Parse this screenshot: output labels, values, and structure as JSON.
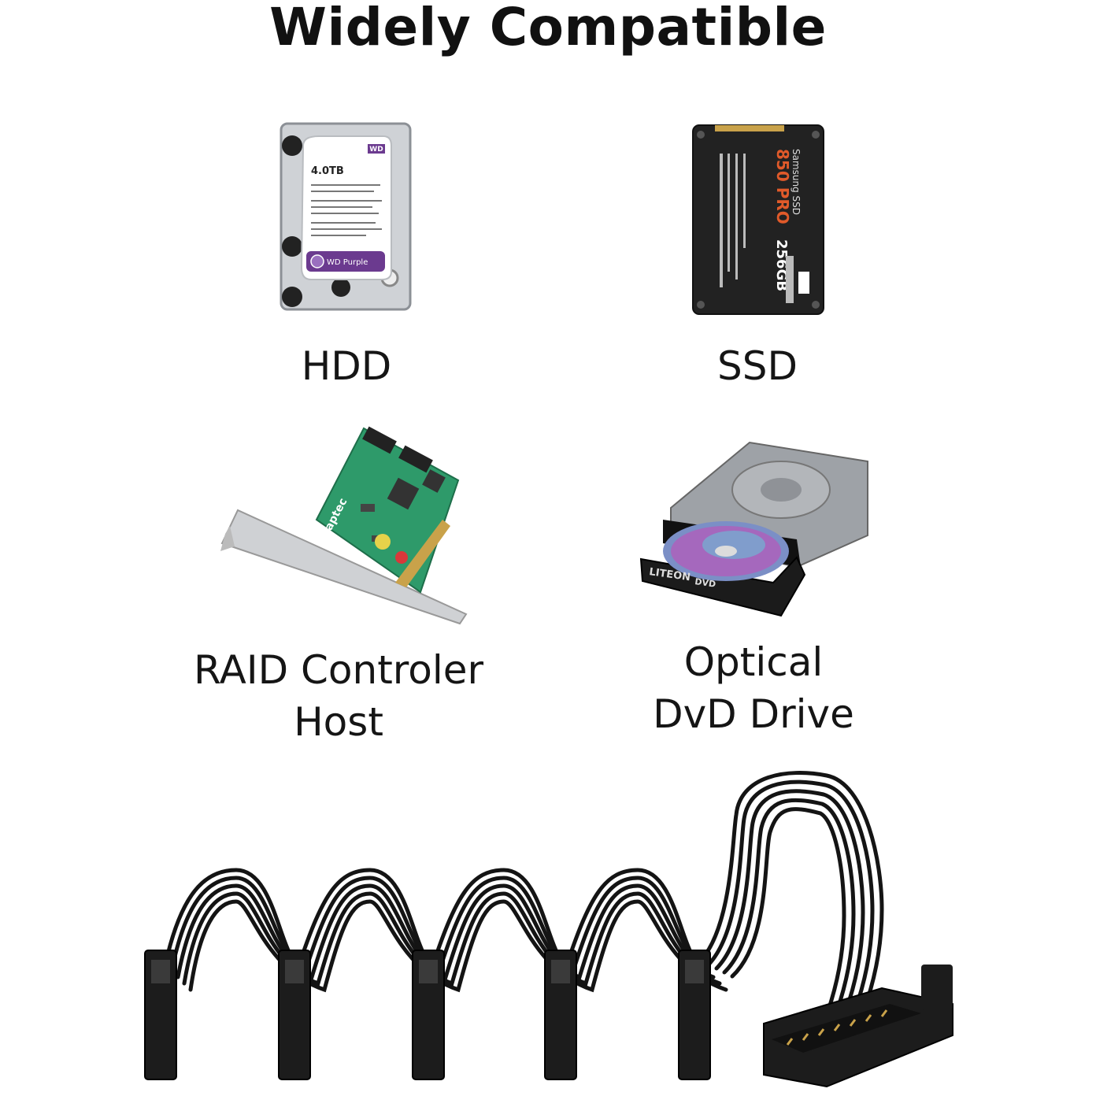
{
  "page": {
    "title": "Widely Compatible"
  },
  "devices": {
    "hdd": {
      "label": "HDD",
      "image_text": {
        "brand": "WD",
        "capacity": "4.0TB",
        "line": "WD Purple"
      }
    },
    "ssd": {
      "label": "SSD",
      "image_text": {
        "brand": "Samsung SSD",
        "model": "850 PRO",
        "capacity": "256GB"
      }
    },
    "raid": {
      "label_line1": "RAID Controler",
      "label_line2": "Host",
      "image_text": {
        "brand": "adaptec"
      }
    },
    "optical": {
      "label_line1": "Optical",
      "label_line2": "DvD Drive",
      "image_text": {
        "brand": "LITEON",
        "format": "DVD"
      }
    }
  },
  "cable": {
    "female_connectors": 5,
    "male_connectors": 1
  },
  "colors": {
    "text": "#111111",
    "hdd_label": "#6b3a8f",
    "pcb": "#2e9a6a",
    "ssd_body": "#222222"
  }
}
